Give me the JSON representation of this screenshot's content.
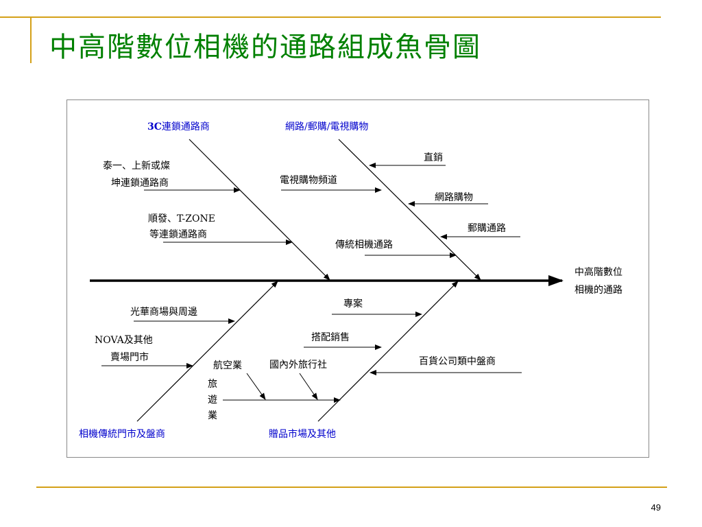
{
  "slide": {
    "title": "中高階數位相機的通路組成魚骨圖",
    "page_number": "49"
  },
  "colors": {
    "title": "#008000",
    "rule": "#d4a017",
    "category": "#0000cc",
    "line": "#000000"
  },
  "diagram": {
    "head": [
      "中高階數位",
      "相機的通路"
    ],
    "bones": {
      "chain": {
        "label_bold": "3C",
        "label": "連鎖通路商",
        "causes": [
          {
            "lines": [
              "泰一、上新或燦",
              "坤連鎖通路商"
            ]
          },
          {
            "lines": [
              "順發、T-ZONE",
              "等連鎖通路商"
            ]
          }
        ]
      },
      "online": {
        "label": "網路/郵購/電視購物",
        "causes": [
          {
            "lines": [
              "直銷"
            ]
          },
          {
            "lines": [
              "電視購物頻道"
            ]
          },
          {
            "lines": [
              "網路購物"
            ]
          },
          {
            "lines": [
              "郵購通路"
            ]
          },
          {
            "lines": [
              "傳統相機通路"
            ]
          }
        ]
      },
      "traditional": {
        "label": "相機傳統門市及盤商",
        "causes": [
          {
            "lines": [
              "光華商場與周邊"
            ]
          },
          {
            "lines": [
              "NOVA及其他",
              "賣場門市"
            ]
          }
        ]
      },
      "gift": {
        "label": "贈品市場及其他",
        "causes": [
          {
            "lines": [
              "專案"
            ]
          },
          {
            "lines": [
              "搭配銷售"
            ]
          },
          {
            "lines": [
              "百貨公司類中盤商"
            ]
          }
        ],
        "travel": {
          "label": [
            "旅",
            "遊",
            "業"
          ],
          "sub_causes": [
            {
              "lines": [
                "航空業"
              ]
            },
            {
              "lines": [
                "國內外旅行社"
              ]
            }
          ]
        }
      }
    }
  }
}
